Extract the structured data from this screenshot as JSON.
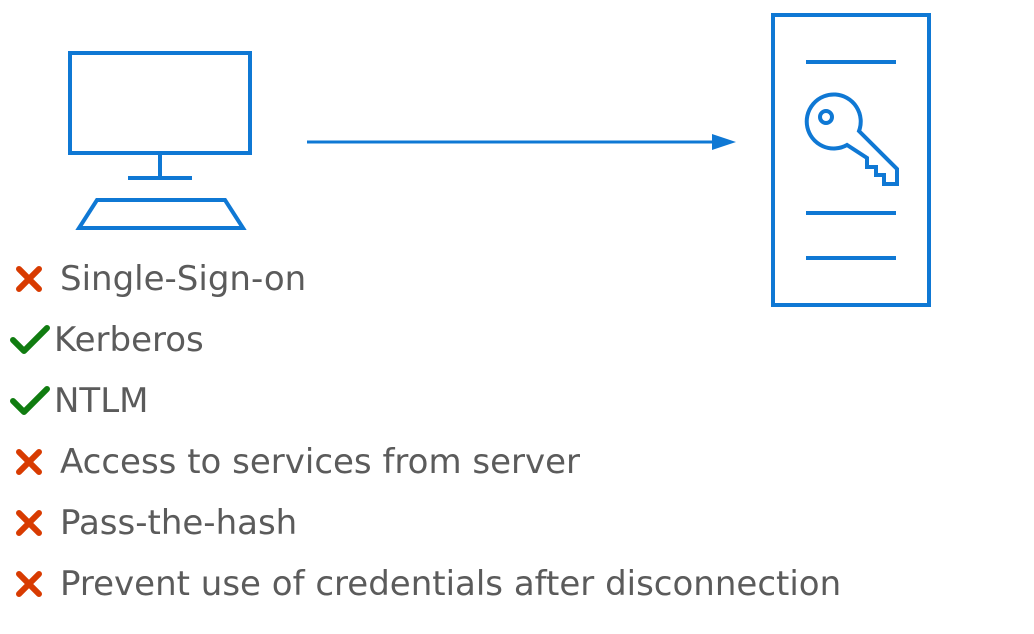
{
  "diagram": {
    "line_color": "#0f78d4",
    "nodes": [
      {
        "id": "client",
        "icon": "desktop-computer-icon"
      },
      {
        "id": "server",
        "icon": "server-with-key-icon"
      }
    ],
    "connector": {
      "from": "client",
      "to": "server",
      "icon": "arrow-right-icon"
    }
  },
  "features": [
    {
      "label": "Single-Sign-on",
      "status": "unsupported",
      "icon": "cross-icon"
    },
    {
      "label": "Kerberos",
      "status": "supported",
      "icon": "check-icon"
    },
    {
      "label": "NTLM",
      "status": "supported",
      "icon": "check-icon"
    },
    {
      "label": "Access to services from server",
      "status": "unsupported",
      "icon": "cross-icon"
    },
    {
      "label": "Pass-the-hash",
      "status": "unsupported",
      "icon": "cross-icon"
    },
    {
      "label": "Prevent use of credentials after disconnection",
      "status": "unsupported",
      "icon": "cross-icon"
    }
  ],
  "colors": {
    "unsupported": "#d83b01",
    "supported": "#107c10",
    "text": "#5b5b5b",
    "accent": "#0f78d4"
  }
}
